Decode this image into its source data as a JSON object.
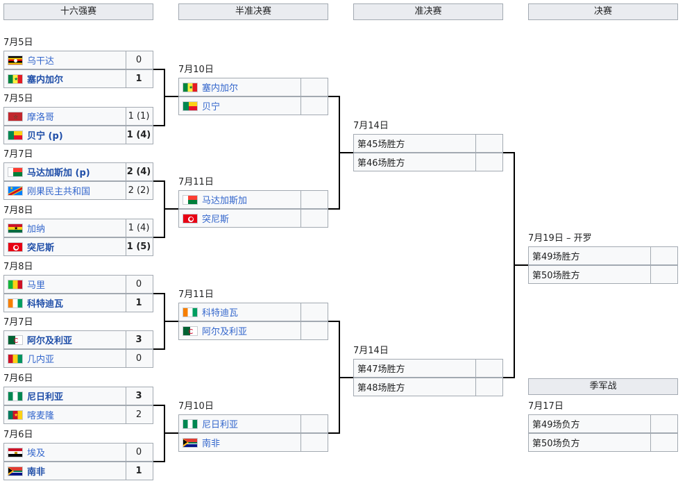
{
  "headers": {
    "r16": "十六强赛",
    "qf": "半准决赛",
    "sf": "准决赛",
    "final": "决赛",
    "third": "季军战"
  },
  "r16": [
    {
      "date": "7月5日",
      "t1": {
        "name": "乌干达",
        "flag": "uganda-flag",
        "score": "0"
      },
      "t2": {
        "name": "塞内加尔",
        "flag": "senegal-flag",
        "score": "1"
      }
    },
    {
      "date": "7月5日",
      "t1": {
        "name": "摩洛哥",
        "flag": "morocco-flag",
        "score": "1 (1)"
      },
      "t2": {
        "name": "贝宁 (p)",
        "flag": "benin-flag",
        "score": "1 (4)"
      }
    },
    {
      "date": "7月7日",
      "t1": {
        "name": "马达加斯加 (p)",
        "flag": "madagascar-flag",
        "score": "2 (4)"
      },
      "t2": {
        "name": "刚果民主共和国",
        "flag": "drc-flag",
        "score": "2 (2)"
      }
    },
    {
      "date": "7月8日",
      "t1": {
        "name": "加纳",
        "flag": "ghana-flag",
        "score": "1 (4)"
      },
      "t2": {
        "name": "突尼斯",
        "flag": "tunisia-flag",
        "score": "1 (5)"
      }
    },
    {
      "date": "7月8日",
      "t1": {
        "name": "马里",
        "flag": "mali-flag",
        "score": "0"
      },
      "t2": {
        "name": "科特迪瓦",
        "flag": "ivory-coast-flag",
        "score": "1"
      }
    },
    {
      "date": "7月7日",
      "t1": {
        "name": "阿尔及利亚",
        "flag": "algeria-flag",
        "score": "3"
      },
      "t2": {
        "name": "几内亚",
        "flag": "guinea-flag",
        "score": "0"
      }
    },
    {
      "date": "7月6日",
      "t1": {
        "name": "尼日利亚",
        "flag": "nigeria-flag",
        "score": "3"
      },
      "t2": {
        "name": "喀麦隆",
        "flag": "cameroon-flag",
        "score": "2"
      }
    },
    {
      "date": "7月6日",
      "t1": {
        "name": "埃及",
        "flag": "egypt-flag",
        "score": "0"
      },
      "t2": {
        "name": "南非",
        "flag": "south-africa-flag",
        "score": "1"
      }
    }
  ],
  "qf": [
    {
      "date": "7月10日",
      "t1": {
        "name": "塞内加尔",
        "flag": "senegal-flag",
        "score": ""
      },
      "t2": {
        "name": "贝宁",
        "flag": "benin-flag",
        "score": ""
      }
    },
    {
      "date": "7月11日",
      "t1": {
        "name": "马达加斯加",
        "flag": "madagascar-flag",
        "score": ""
      },
      "t2": {
        "name": "突尼斯",
        "flag": "tunisia-flag",
        "score": ""
      }
    },
    {
      "date": "7月11日",
      "t1": {
        "name": "科特迪瓦",
        "flag": "ivory-coast-flag",
        "score": ""
      },
      "t2": {
        "name": "阿尔及利亚",
        "flag": "algeria-flag",
        "score": ""
      }
    },
    {
      "date": "7月10日",
      "t1": {
        "name": "尼日利亚",
        "flag": "nigeria-flag",
        "score": ""
      },
      "t2": {
        "name": "南非",
        "flag": "south-africa-flag",
        "score": ""
      }
    }
  ],
  "sf": [
    {
      "date": "7月14日",
      "t1": {
        "name": "第45场胜方",
        "score": ""
      },
      "t2": {
        "name": "第46场胜方",
        "score": ""
      }
    },
    {
      "date": "7月14日",
      "t1": {
        "name": "第47场胜方",
        "score": ""
      },
      "t2": {
        "name": "第48场胜方",
        "score": ""
      }
    }
  ],
  "final": {
    "date": "7月19日 – 开罗",
    "t1": {
      "name": "第49场胜方",
      "score": ""
    },
    "t2": {
      "name": "第50场胜方",
      "score": ""
    }
  },
  "third": {
    "date": "7月17日",
    "t1": {
      "name": "第49场负方",
      "score": ""
    },
    "t2": {
      "name": "第50场负方",
      "score": ""
    }
  }
}
